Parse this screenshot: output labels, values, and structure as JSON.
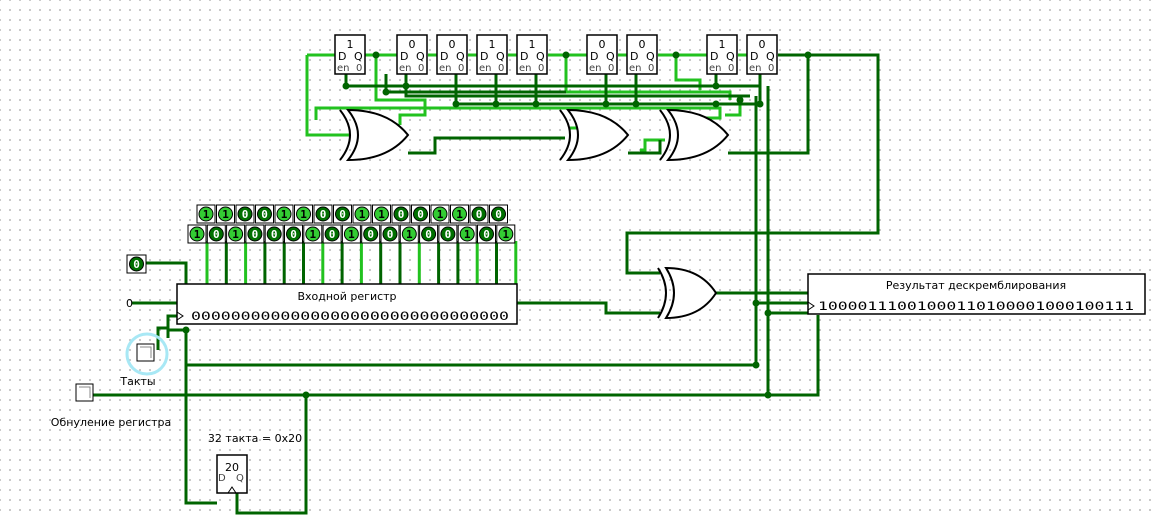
{
  "lfsr_bits": [
    "1",
    "0",
    "0",
    "1",
    "1",
    "0",
    "0",
    "1",
    "0"
  ],
  "ff_enable_label": "en",
  "ff_d_label": "D",
  "ff_q_label": "Q",
  "ff_zero_label": "0",
  "bits_row1": [
    1,
    1,
    0,
    0,
    1,
    1,
    0,
    0,
    1,
    1,
    0,
    0,
    1,
    1,
    0,
    0
  ],
  "bits_row2": [
    1,
    0,
    1,
    0,
    0,
    0,
    1,
    0,
    1,
    0,
    0,
    1,
    0,
    0,
    1,
    0,
    1
  ],
  "pin_small_value": "0",
  "const_zero": "0",
  "input_register": {
    "title": "Входной регистр",
    "value": "00000000000000000000000000000000"
  },
  "result_register": {
    "title": "Результат дескремблирования",
    "value": "10000111001000110100001000100111"
  },
  "clock_label": "Такты",
  "reset_label": "Обнуление регистра",
  "counter_note": "32 такта = 0x20",
  "counter_value": "20",
  "colors": {
    "wire_dark": "#006400",
    "wire_light": "#22c21f",
    "background": "#ffffff"
  }
}
